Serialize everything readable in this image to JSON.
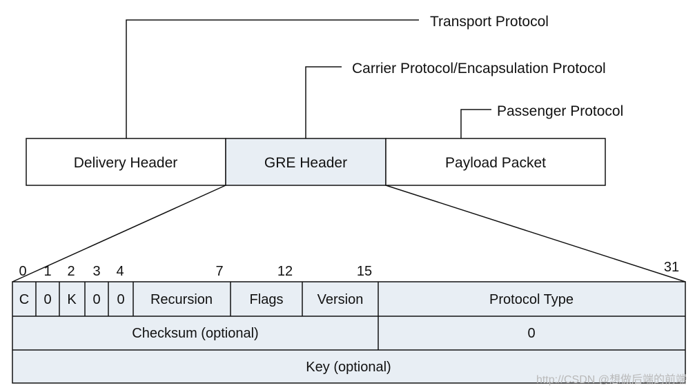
{
  "protocol_labels": {
    "transport": "Transport Protocol",
    "carrier": "Carrier Protocol/Encapsulation Protocol",
    "passenger": "Passenger Protocol"
  },
  "packet": {
    "delivery_header": "Delivery Header",
    "gre_header": "GRE Header",
    "payload_packet": "Payload Packet"
  },
  "bit_numbers": [
    "0",
    "1",
    "2",
    "3",
    "4",
    "7",
    "12",
    "15",
    "31"
  ],
  "gre_fields": {
    "row1": [
      "C",
      "0",
      "K",
      "0",
      "0",
      "Recursion",
      "Flags",
      "Version",
      "Protocol Type"
    ],
    "row2": [
      "Checksum (optional)",
      "0"
    ],
    "row3": [
      "Key (optional)"
    ]
  },
  "colors": {
    "highlight_fill": "#e8eef4",
    "line": "#111111"
  },
  "watermark": "http://CSDN @想做后端的前端"
}
